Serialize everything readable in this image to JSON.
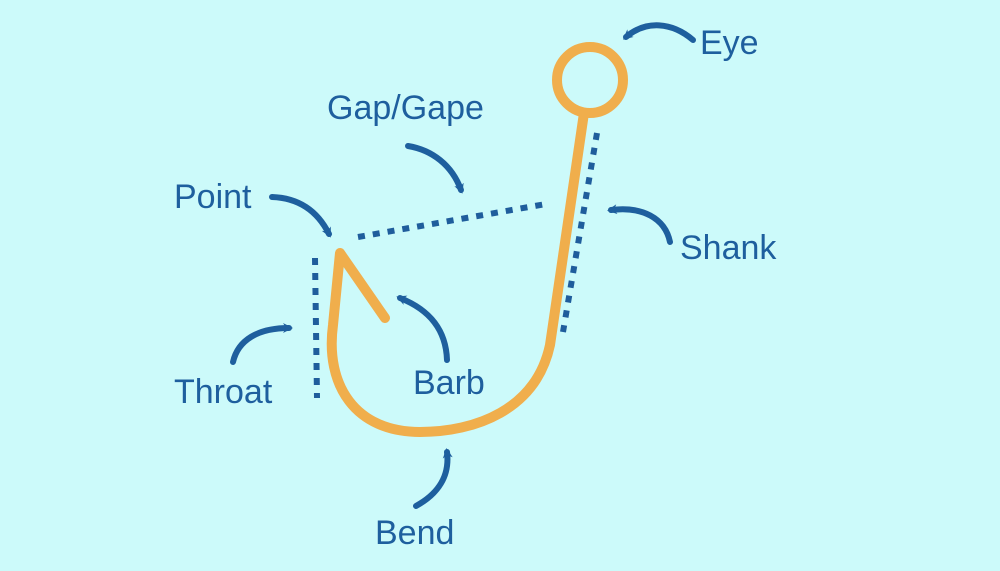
{
  "colors": {
    "background": "#ccfafa",
    "hook": "#f0ae4c",
    "label": "#1e5f9e",
    "arrow": "#1e5f9e",
    "guide": "#1f5d9c"
  },
  "labels": {
    "eye": "Eye",
    "gap": "Gap/Gape",
    "point": "Point",
    "shank": "Shank",
    "throat": "Throat",
    "barb": "Barb",
    "bend": "Bend"
  }
}
